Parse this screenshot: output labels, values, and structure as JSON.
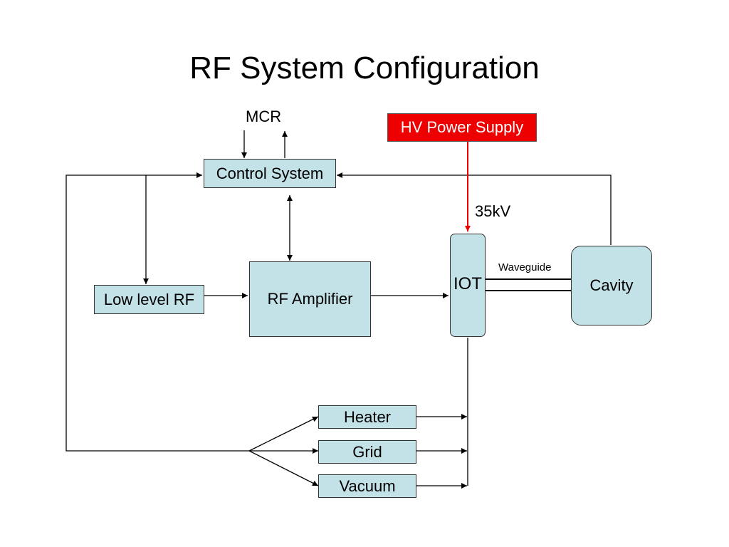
{
  "title": "RF System Configuration",
  "labels": {
    "mcr": "MCR",
    "voltage": "35kV",
    "waveguide": "Waveguide"
  },
  "blocks": {
    "hv_power_supply": "HV Power Supply",
    "control_system": "Control System",
    "low_level_rf": "Low level RF",
    "rf_amplifier": "RF Amplifier",
    "iot": "IOT",
    "cavity": "Cavity",
    "heater": "Heater",
    "grid": "Grid",
    "vacuum": "Vacuum"
  },
  "colors": {
    "block_fill": "#c3e2e7",
    "hv_fill": "#ee0000",
    "hv_line": "#ee0000",
    "wire": "#000000"
  }
}
